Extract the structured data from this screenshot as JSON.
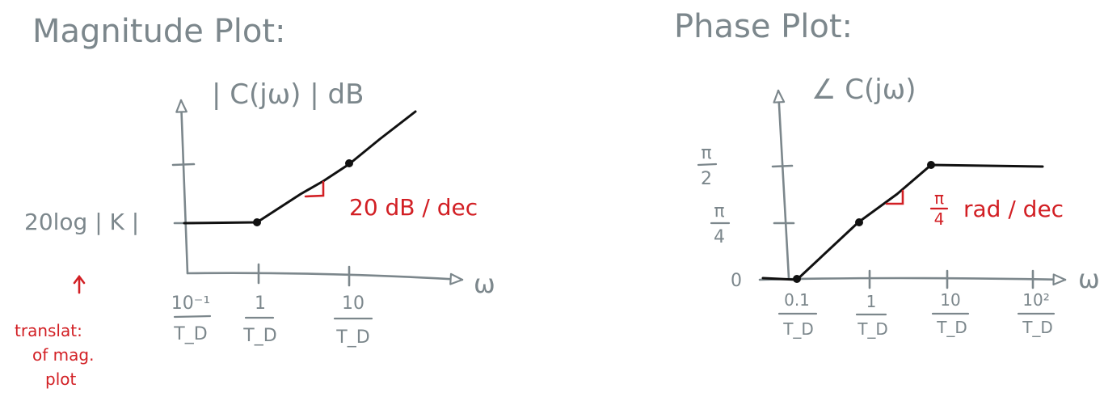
{
  "magnitude_plot": {
    "title": "Magnitude Plot:",
    "y_axis_label": "| C(jω) | dB",
    "x_axis_label": "ω",
    "y_tick_label": "20log | K |",
    "x_ticks": [
      {
        "num": "10⁻¹",
        "den": "T_D"
      },
      {
        "num": "1",
        "den": "T_D"
      },
      {
        "num": "10",
        "den": "T_D"
      }
    ],
    "slope_annotation": "20 dB / dec",
    "side_note": [
      "translat:",
      "of mag.",
      "plot"
    ]
  },
  "phase_plot": {
    "title": "Phase Plot:",
    "y_axis_label": "∠ C(jω)",
    "x_axis_label": "ω",
    "y_ticks": [
      {
        "num": "π",
        "den": "2"
      },
      {
        "num": "π",
        "den": "4"
      }
    ],
    "origin_label": "0",
    "x_ticks": [
      {
        "num": "0.1",
        "den": "T_D"
      },
      {
        "num": "1",
        "den": "T_D"
      },
      {
        "num": "10",
        "den": "T_D"
      },
      {
        "num": "10²",
        "den": "T_D"
      }
    ],
    "slope_annotation_fraction": {
      "num": "π",
      "den": "4"
    },
    "slope_annotation_text": "rad / dec"
  },
  "colors": {
    "pencil": "#7c878c",
    "ink": "#111111",
    "annotation": "#d21f24"
  }
}
